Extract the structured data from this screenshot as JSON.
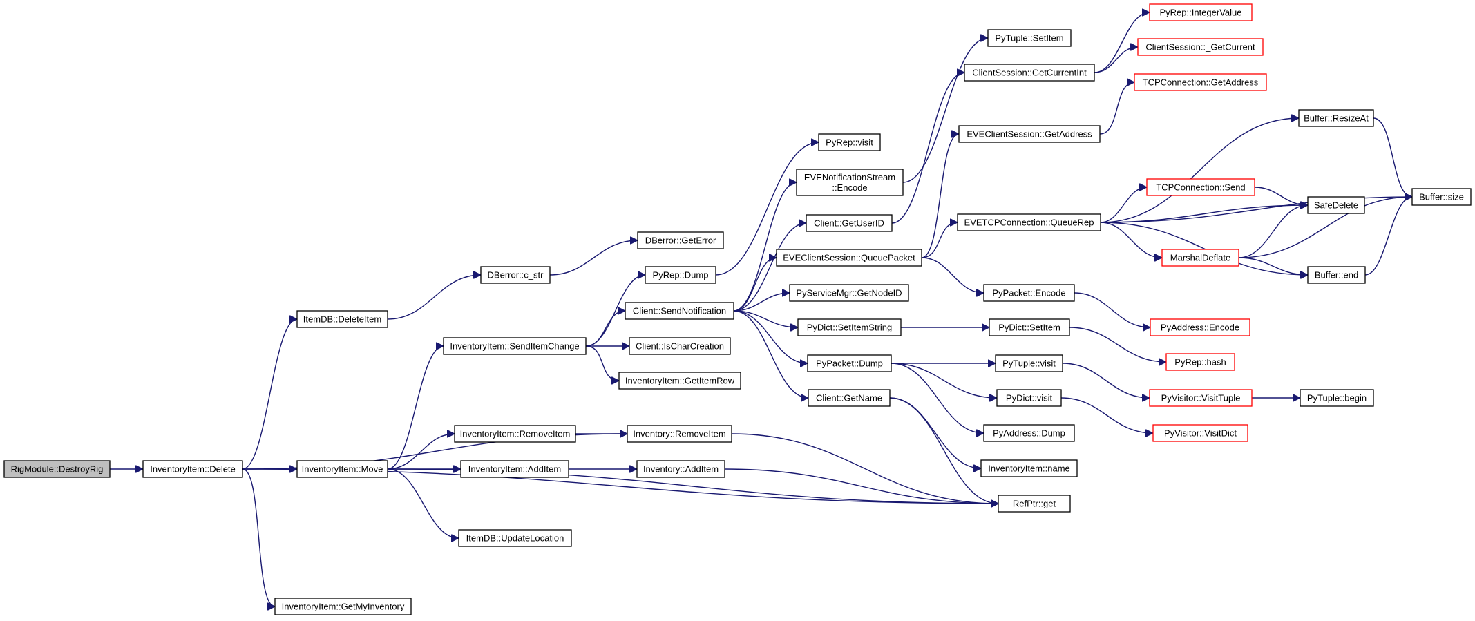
{
  "colors": {
    "edge": "#191970",
    "external_border": "#ff0000",
    "root_fill": "#bfbfbf"
  },
  "nodes": [
    {
      "id": "rigmodule_destroyrig",
      "label": [
        "RigModule::DestroyRig"
      ],
      "kind": "root"
    },
    {
      "id": "inventoryitem_delete",
      "label": [
        "InventoryItem::Delete"
      ]
    },
    {
      "id": "itemdb_deleteitem",
      "label": [
        "ItemDB::DeleteItem"
      ]
    },
    {
      "id": "inventoryitem_move",
      "label": [
        "InventoryItem::Move"
      ]
    },
    {
      "id": "inventoryitem_getmyinventory",
      "label": [
        "InventoryItem::GetMyInventory"
      ]
    },
    {
      "id": "inventory_removeitem",
      "label": [
        "Inventory::RemoveItem"
      ]
    },
    {
      "id": "refptr_get",
      "label": [
        "RefPtr::get"
      ]
    },
    {
      "id": "dberror_c_str",
      "label": [
        "DBerror::c_str"
      ]
    },
    {
      "id": "dberror_geterror",
      "label": [
        "DBerror::GetError"
      ]
    },
    {
      "id": "inventoryitem_senditemchange",
      "label": [
        "InventoryItem::SendItemChange"
      ]
    },
    {
      "id": "inventoryitem_removeitem",
      "label": [
        "InventoryItem::RemoveItem"
      ]
    },
    {
      "id": "inventoryitem_additem",
      "label": [
        "InventoryItem::AddItem"
      ]
    },
    {
      "id": "itemdb_updatelocation",
      "label": [
        "ItemDB::UpdateLocation"
      ]
    },
    {
      "id": "inventory_additem",
      "label": [
        "Inventory::AddItem"
      ]
    },
    {
      "id": "pyrep_dump",
      "label": [
        "PyRep::Dump"
      ]
    },
    {
      "id": "client_sendnotification",
      "label": [
        "Client::SendNotification"
      ]
    },
    {
      "id": "client_ischarcreation",
      "label": [
        "Client::IsCharCreation"
      ]
    },
    {
      "id": "inventoryitem_getitemrow",
      "label": [
        "InventoryItem::GetItemRow"
      ]
    },
    {
      "id": "pyrep_visit",
      "label": [
        "PyRep::visit"
      ]
    },
    {
      "id": "evenotificationstream_encode",
      "label": [
        "EVENotificationStream",
        "::Encode"
      ]
    },
    {
      "id": "client_getuserid",
      "label": [
        "Client::GetUserID"
      ]
    },
    {
      "id": "eveclientsession_queuepacket",
      "label": [
        "EVEClientSession::QueuePacket"
      ]
    },
    {
      "id": "pyservicemgr_getnodeid",
      "label": [
        "PyServiceMgr::GetNodeID"
      ]
    },
    {
      "id": "pydict_setitemstring",
      "label": [
        "PyDict::SetItemString"
      ]
    },
    {
      "id": "pypacket_dump",
      "label": [
        "PyPacket::Dump"
      ]
    },
    {
      "id": "client_getname",
      "label": [
        "Client::GetName"
      ]
    },
    {
      "id": "pytuple_setitem",
      "label": [
        "PyTuple::SetItem"
      ]
    },
    {
      "id": "clientsession_getcurrentint",
      "label": [
        "ClientSession::GetCurrentInt"
      ]
    },
    {
      "id": "eveclientsession_getaddress",
      "label": [
        "EVEClientSession::GetAddress"
      ]
    },
    {
      "id": "evetcpconnection_queuerep",
      "label": [
        "EVETCPConnection::QueueRep"
      ]
    },
    {
      "id": "pypacket_encode",
      "label": [
        "PyPacket::Encode"
      ]
    },
    {
      "id": "pydict_setitem",
      "label": [
        "PyDict::SetItem"
      ]
    },
    {
      "id": "pytuple_visit",
      "label": [
        "PyTuple::visit"
      ]
    },
    {
      "id": "pydict_visit",
      "label": [
        "PyDict::visit"
      ]
    },
    {
      "id": "pyaddress_dump",
      "label": [
        "PyAddress::Dump"
      ]
    },
    {
      "id": "inventoryitem_name",
      "label": [
        "InventoryItem::name"
      ]
    },
    {
      "id": "pyrep_integervalue",
      "label": [
        "PyRep::IntegerValue"
      ],
      "kind": "external"
    },
    {
      "id": "clientsession_getcurrent",
      "label": [
        "ClientSession::_GetCurrent"
      ],
      "kind": "external"
    },
    {
      "id": "tcpconnection_getaddress",
      "label": [
        "TCPConnection::GetAddress"
      ],
      "kind": "external"
    },
    {
      "id": "tcpconnection_send",
      "label": [
        "TCPConnection::Send"
      ],
      "kind": "external"
    },
    {
      "id": "marshaldeflate",
      "label": [
        "MarshalDeflate"
      ],
      "kind": "external"
    },
    {
      "id": "pyaddress_encode",
      "label": [
        "PyAddress::Encode"
      ],
      "kind": "external"
    },
    {
      "id": "pyrep_hash",
      "label": [
        "PyRep::hash"
      ],
      "kind": "external"
    },
    {
      "id": "pyvisitor_visittuple",
      "label": [
        "PyVisitor::VisitTuple"
      ],
      "kind": "external"
    },
    {
      "id": "pyvisitor_visitdict",
      "label": [
        "PyVisitor::VisitDict"
      ],
      "kind": "external"
    },
    {
      "id": "buffer_resizeat",
      "label": [
        "Buffer::ResizeAt"
      ]
    },
    {
      "id": "safedelete",
      "label": [
        "SafeDelete"
      ]
    },
    {
      "id": "buffer_end",
      "label": [
        "Buffer::end"
      ]
    },
    {
      "id": "buffer_size",
      "label": [
        "Buffer::size"
      ]
    },
    {
      "id": "pytuple_begin",
      "label": [
        "PyTuple::begin"
      ]
    }
  ],
  "edges": [
    [
      "rigmodule_destroyrig",
      "inventoryitem_delete"
    ],
    [
      "inventoryitem_delete",
      "itemdb_deleteitem"
    ],
    [
      "inventoryitem_delete",
      "inventoryitem_move"
    ],
    [
      "inventoryitem_delete",
      "inventoryitem_getmyinventory"
    ],
    [
      "inventoryitem_delete",
      "inventory_removeitem"
    ],
    [
      "inventoryitem_delete",
      "refptr_get"
    ],
    [
      "itemdb_deleteitem",
      "dberror_c_str"
    ],
    [
      "dberror_c_str",
      "dberror_geterror"
    ],
    [
      "inventoryitem_move",
      "inventoryitem_senditemchange"
    ],
    [
      "inventoryitem_move",
      "inventoryitem_removeitem"
    ],
    [
      "inventoryitem_move",
      "inventoryitem_additem"
    ],
    [
      "inventoryitem_move",
      "itemdb_updatelocation"
    ],
    [
      "inventoryitem_move",
      "refptr_get"
    ],
    [
      "inventoryitem_removeitem",
      "inventory_removeitem"
    ],
    [
      "inventoryitem_additem",
      "inventory_additem"
    ],
    [
      "inventory_removeitem",
      "refptr_get"
    ],
    [
      "inventory_additem",
      "refptr_get"
    ],
    [
      "inventoryitem_senditemchange",
      "pyrep_dump"
    ],
    [
      "inventoryitem_senditemchange",
      "client_sendnotification"
    ],
    [
      "inventoryitem_senditemchange",
      "client_ischarcreation"
    ],
    [
      "inventoryitem_senditemchange",
      "inventoryitem_getitemrow"
    ],
    [
      "pyrep_dump",
      "pyrep_visit"
    ],
    [
      "client_sendnotification",
      "evenotificationstream_encode"
    ],
    [
      "client_sendnotification",
      "client_getuserid"
    ],
    [
      "client_sendnotification",
      "eveclientsession_queuepacket"
    ],
    [
      "client_sendnotification",
      "pyservicemgr_getnodeid"
    ],
    [
      "client_sendnotification",
      "pydict_setitemstring"
    ],
    [
      "client_sendnotification",
      "pypacket_dump"
    ],
    [
      "client_sendnotification",
      "client_getname"
    ],
    [
      "evenotificationstream_encode",
      "pytuple_setitem"
    ],
    [
      "client_getuserid",
      "clientsession_getcurrentint"
    ],
    [
      "clientsession_getcurrentint",
      "pyrep_integervalue"
    ],
    [
      "clientsession_getcurrentint",
      "clientsession_getcurrent"
    ],
    [
      "eveclientsession_queuepacket",
      "eveclientsession_getaddress"
    ],
    [
      "eveclientsession_queuepacket",
      "evetcpconnection_queuerep"
    ],
    [
      "eveclientsession_queuepacket",
      "pypacket_encode"
    ],
    [
      "eveclientsession_getaddress",
      "tcpconnection_getaddress"
    ],
    [
      "evetcpconnection_queuerep",
      "buffer_resizeat"
    ],
    [
      "evetcpconnection_queuerep",
      "buffer_size"
    ],
    [
      "evetcpconnection_queuerep",
      "tcpconnection_send"
    ],
    [
      "evetcpconnection_queuerep",
      "safedelete"
    ],
    [
      "evetcpconnection_queuerep",
      "marshaldeflate"
    ],
    [
      "evetcpconnection_queuerep",
      "buffer_end"
    ],
    [
      "buffer_resizeat",
      "buffer_size"
    ],
    [
      "tcpconnection_send",
      "safedelete"
    ],
    [
      "marshaldeflate",
      "safedelete"
    ],
    [
      "marshaldeflate",
      "buffer_size"
    ],
    [
      "marshaldeflate",
      "buffer_end"
    ],
    [
      "buffer_end",
      "buffer_size"
    ],
    [
      "pypacket_encode",
      "pyaddress_encode"
    ],
    [
      "pydict_setitemstring",
      "pydict_setitem"
    ],
    [
      "pydict_setitem",
      "pyrep_hash"
    ],
    [
      "pypacket_dump",
      "pytuple_visit"
    ],
    [
      "pypacket_dump",
      "pydict_visit"
    ],
    [
      "pypacket_dump",
      "pyaddress_dump"
    ],
    [
      "pytuple_visit",
      "pyvisitor_visittuple"
    ],
    [
      "pyvisitor_visittuple",
      "pytuple_begin"
    ],
    [
      "pydict_visit",
      "pyvisitor_visitdict"
    ],
    [
      "client_getname",
      "inventoryitem_name"
    ],
    [
      "client_getname",
      "refptr_get"
    ]
  ]
}
